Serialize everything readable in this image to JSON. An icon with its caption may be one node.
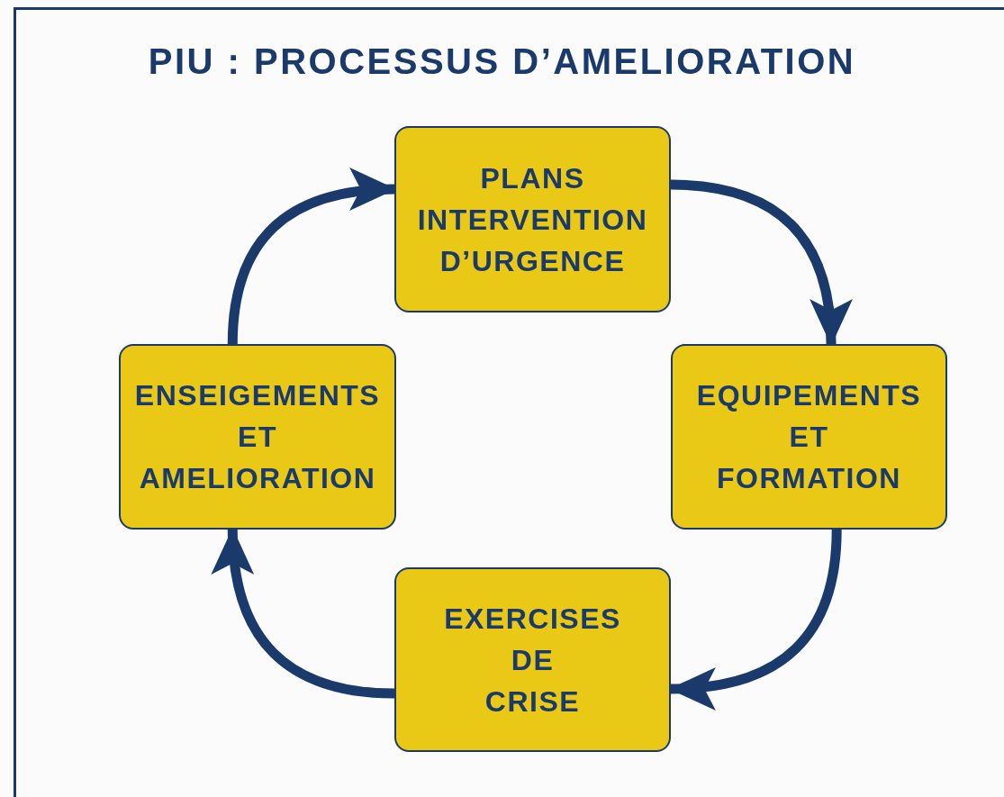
{
  "diagram": {
    "title": "PIU : PROCESSUS D’AMELIORATION",
    "nodes": [
      {
        "text": [
          "PLANS INTERVENTION D’URGENCE"
        ]
      },
      {
        "text": [
          "EQUIPEMENTS ET FORMATION"
        ]
      },
      {
        "text": [
          "EXERCISES DE CRISE"
        ]
      },
      {
        "text": [
          "ENSEIGEMENTS ET AMELIORATION"
        ]
      }
    ],
    "edges": [
      {
        "from": 0,
        "to": 1,
        "arrow": "to"
      },
      {
        "from": 1,
        "to": 2,
        "arrow": "to"
      },
      {
        "from": 2,
        "to": 3,
        "arrow": "to"
      },
      {
        "from": 3,
        "to": 0,
        "arrow": "to"
      }
    ]
  }
}
